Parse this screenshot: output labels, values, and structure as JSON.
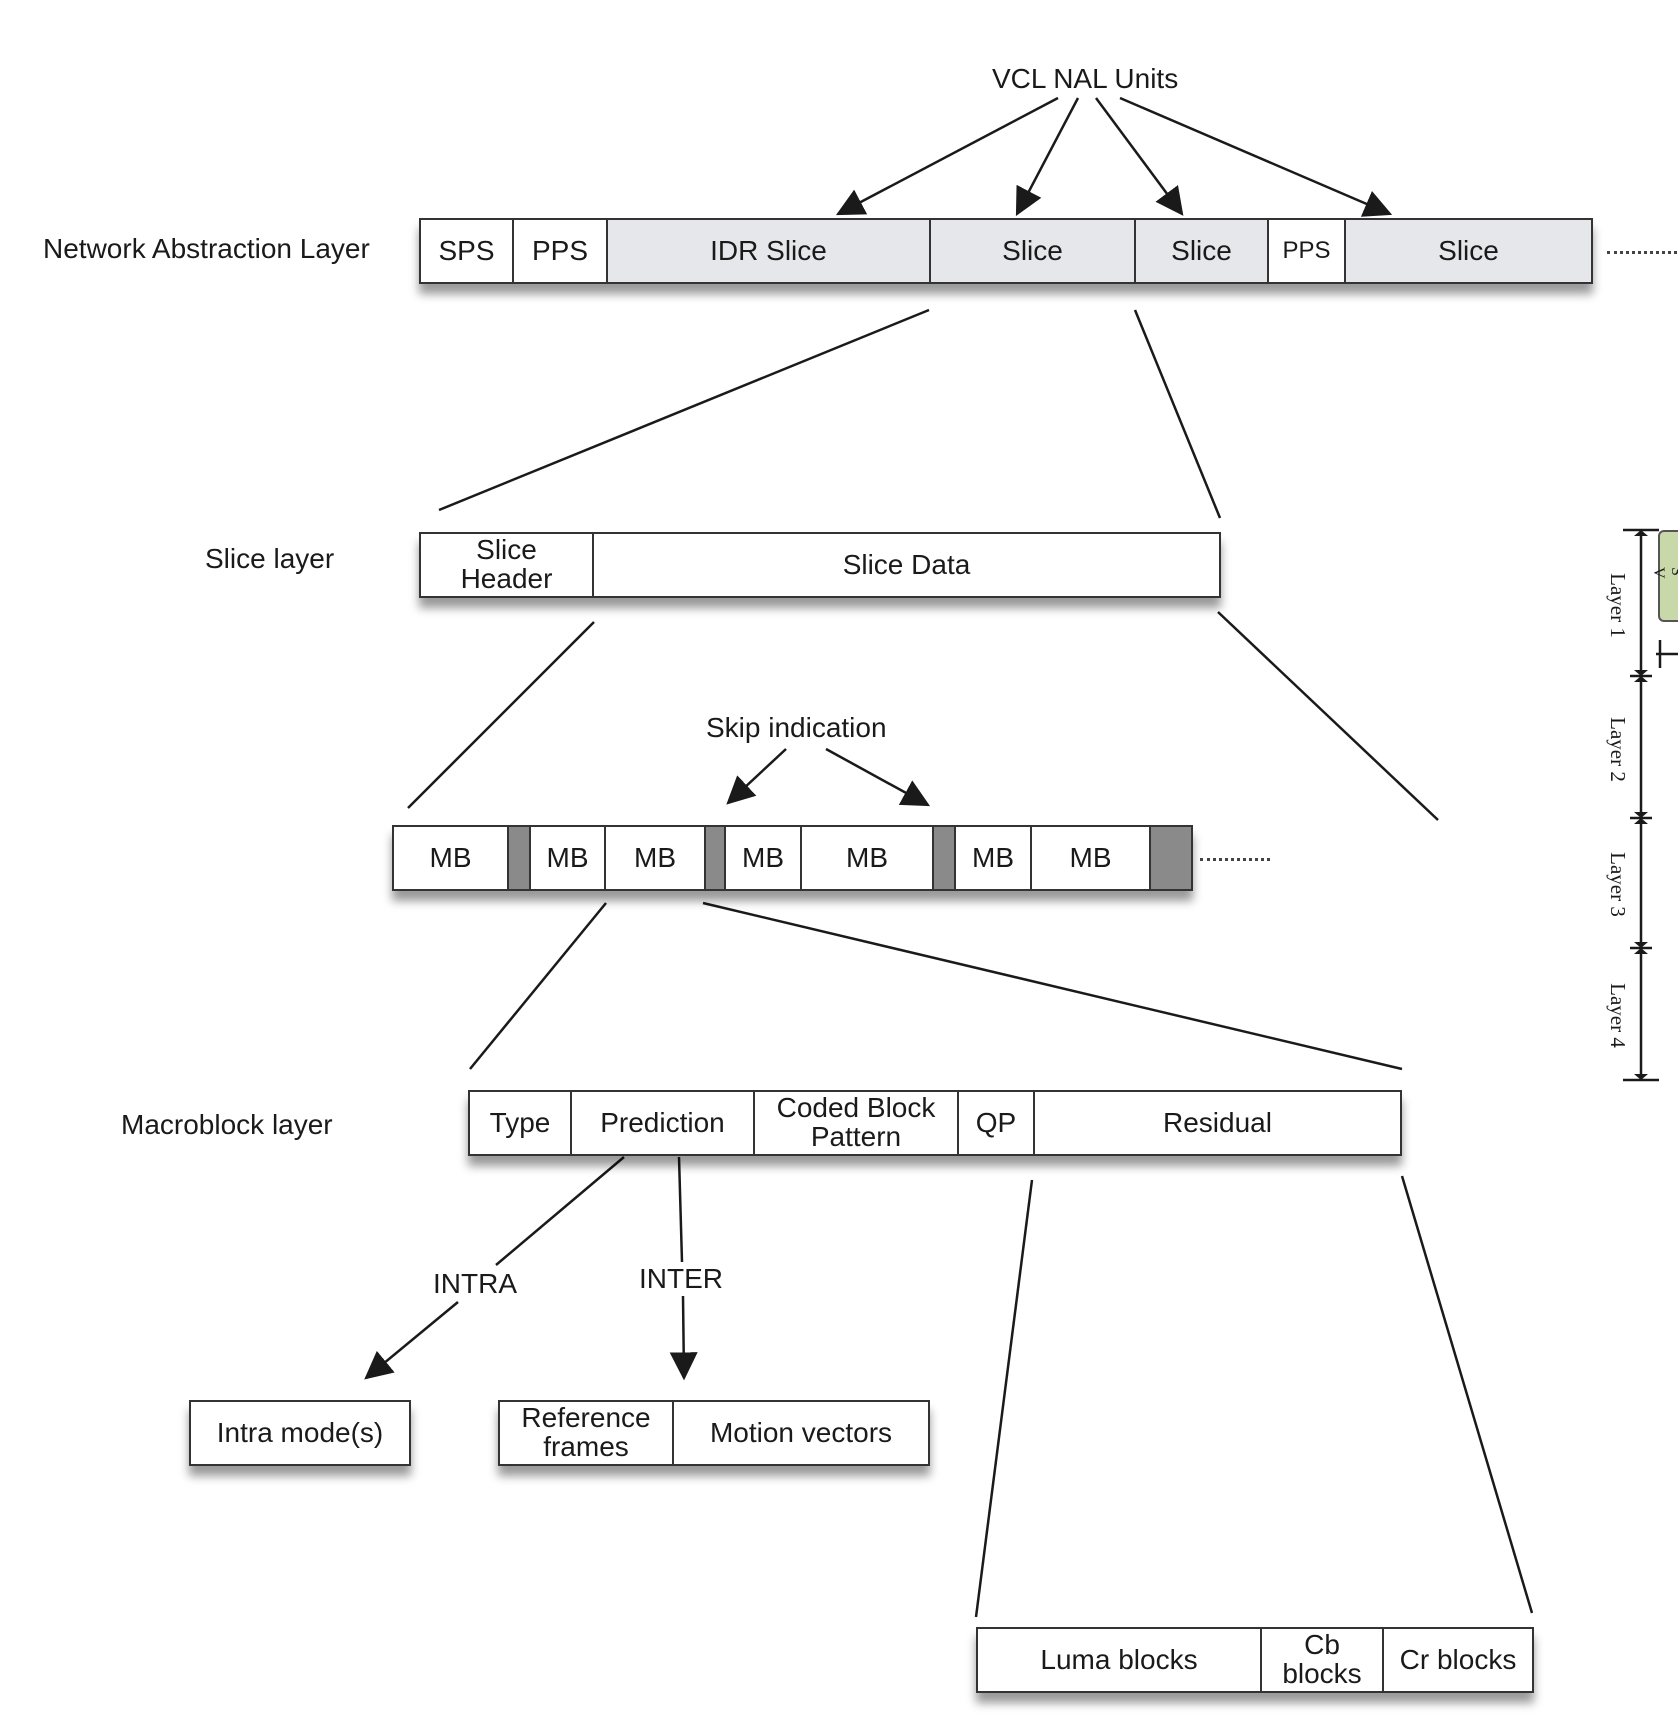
{
  "labels": {
    "vcl_nal_units": "VCL NAL Units",
    "network_abstraction_layer": "Network Abstraction Layer",
    "slice_layer": "Slice layer",
    "skip_indication": "Skip indication",
    "macroblock_layer": "Macroblock layer",
    "intra": "INTRA",
    "inter": "INTER"
  },
  "nal_row": [
    "SPS",
    "PPS",
    "IDR Slice",
    "Slice",
    "Slice",
    "PPS",
    "Slice"
  ],
  "slice_row": [
    "Slice\nHeader",
    "Slice Data"
  ],
  "mb_row": [
    "MB",
    "MB",
    "MB",
    "MB",
    "MB",
    "MB",
    "MB"
  ],
  "macroblock_row": [
    "Type",
    "Prediction",
    "Coded Block\nPattern",
    "QP",
    "Residual"
  ],
  "intra_row": [
    "Intra mode(s)"
  ],
  "inter_row": [
    "Reference\nframes",
    "Motion vectors"
  ],
  "residual_row": [
    "Luma blocks",
    "Cb\nblocks",
    "Cr blocks"
  ],
  "side_scale": [
    "Layer 1",
    "Layer 2",
    "Layer 3",
    "Layer 4"
  ],
  "side_box_text": "S V"
}
